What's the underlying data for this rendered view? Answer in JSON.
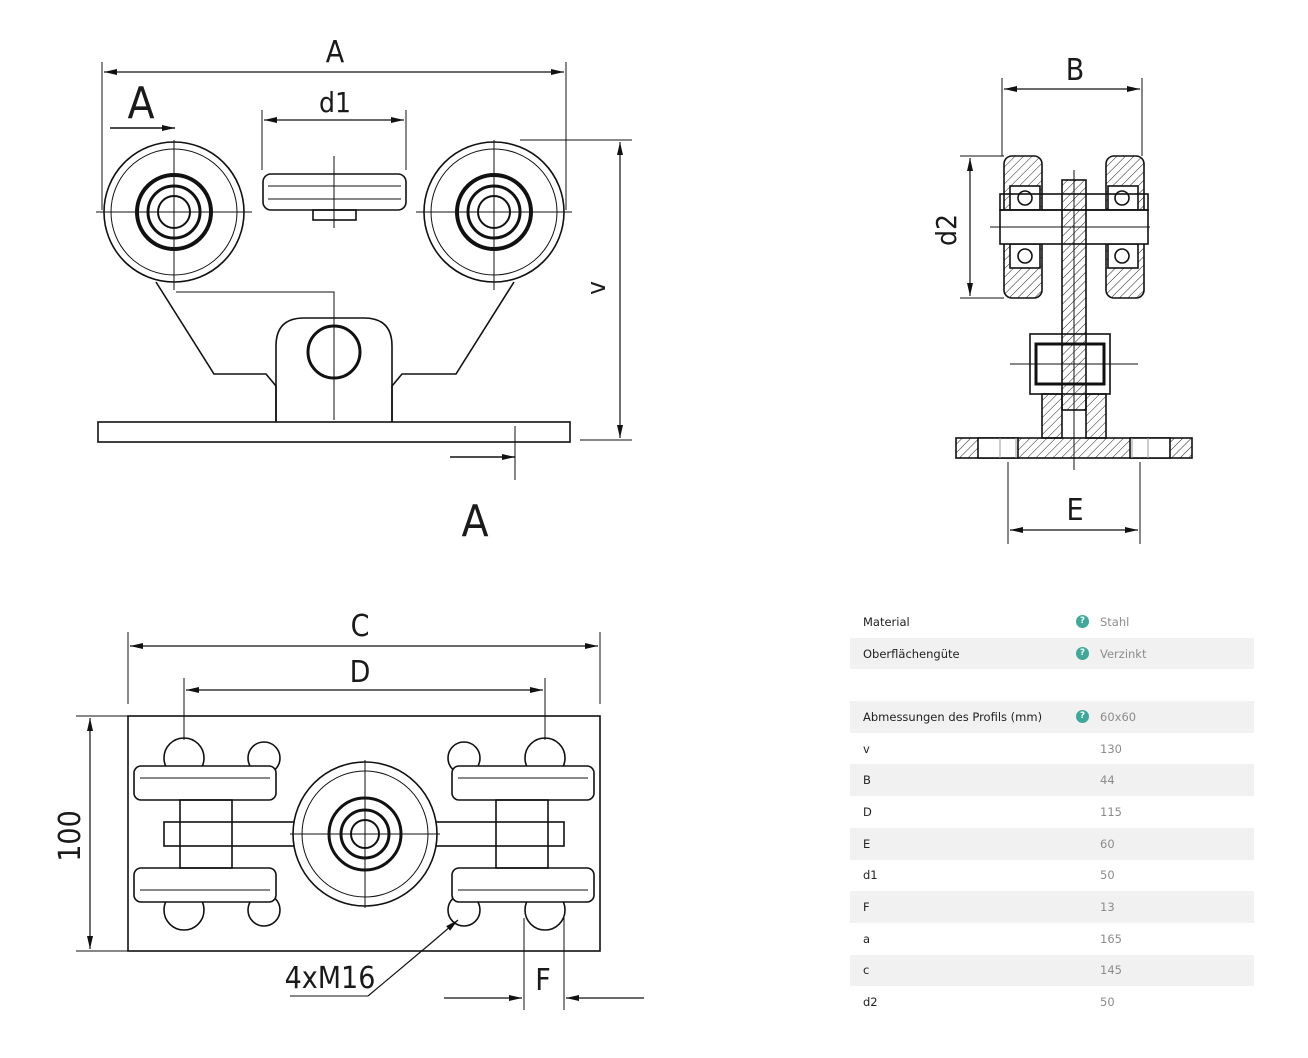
{
  "drawing_labels": {
    "front": {
      "A": "A",
      "d1": "d1",
      "v": "v",
      "section_top": "A",
      "section_bottom": "A"
    },
    "side": {
      "B": "B",
      "d2": "d2",
      "E": "E"
    },
    "plan": {
      "C": "C",
      "D": "D",
      "h100": "100",
      "holes": "4xM16",
      "F": "F"
    }
  },
  "specs": {
    "rows": [
      {
        "label": "Material",
        "value": "Stahl",
        "help": true,
        "shaded": false
      },
      {
        "label": "Oberflächengüte",
        "value": "Verzinkt",
        "help": true,
        "shaded": true
      },
      {
        "label": "",
        "value": "",
        "help": false,
        "shaded": false
      },
      {
        "label": "Abmessungen des Profils (mm)",
        "value": "60x60",
        "help": true,
        "shaded": true
      },
      {
        "label": "v",
        "value": "130",
        "help": false,
        "shaded": false
      },
      {
        "label": "B",
        "value": "44",
        "help": false,
        "shaded": true
      },
      {
        "label": "D",
        "value": "115",
        "help": false,
        "shaded": false
      },
      {
        "label": "E",
        "value": "60",
        "help": false,
        "shaded": true
      },
      {
        "label": "d1",
        "value": "50",
        "help": false,
        "shaded": false
      },
      {
        "label": "F",
        "value": "13",
        "help": false,
        "shaded": true
      },
      {
        "label": "a",
        "value": "165",
        "help": false,
        "shaded": false
      },
      {
        "label": "c",
        "value": "145",
        "help": false,
        "shaded": true
      },
      {
        "label": "d2",
        "value": "50",
        "help": false,
        "shaded": false
      }
    ],
    "help_glyph": "?",
    "help_color": "#3ea89a"
  }
}
